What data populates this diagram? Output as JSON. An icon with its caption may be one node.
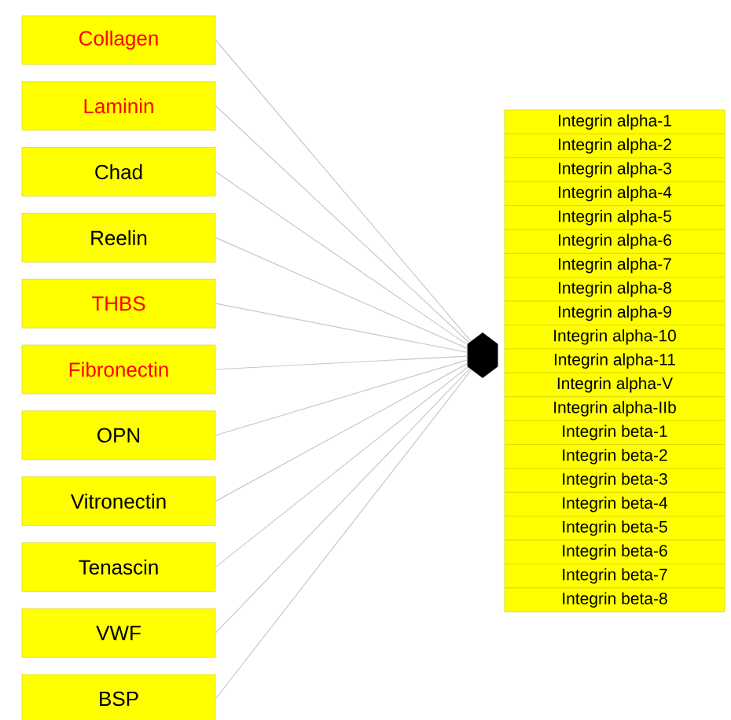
{
  "diagram": {
    "nodes": [
      {
        "text": [
          "Collagen"
        ]
      },
      {
        "text": [
          "Laminin"
        ]
      },
      {
        "text": [
          "Chad"
        ]
      },
      {
        "text": [
          "Reelin"
        ]
      },
      {
        "text": [
          "THBS"
        ]
      },
      {
        "text": [
          "Fibronectin"
        ]
      },
      {
        "text": [
          "OPN"
        ]
      },
      {
        "text": [
          "Vitronectin"
        ]
      },
      {
        "text": [
          "Tenascin"
        ]
      },
      {
        "text": [
          "VWF"
        ]
      },
      {
        "text": [
          "BSP"
        ]
      },
      {
        "text": [],
        "shape": "hexagon"
      },
      {
        "text": [
          "Integrin alpha-1"
        ]
      },
      {
        "text": [
          "Integrin alpha-2"
        ]
      },
      {
        "text": [
          "Integrin alpha-3"
        ]
      },
      {
        "text": [
          "Integrin alpha-4"
        ]
      },
      {
        "text": [
          "Integrin alpha-5"
        ]
      },
      {
        "text": [
          "Integrin alpha-6"
        ]
      },
      {
        "text": [
          "Integrin alpha-7"
        ]
      },
      {
        "text": [
          "Integrin alpha-8"
        ]
      },
      {
        "text": [
          "Integrin alpha-9"
        ]
      },
      {
        "text": [
          "Integrin alpha-10"
        ]
      },
      {
        "text": [
          "Integrin alpha-11"
        ]
      },
      {
        "text": [
          "Integrin alpha-V"
        ]
      },
      {
        "text": [
          "Integrin alpha-IIb"
        ]
      },
      {
        "text": [
          "Integrin beta-1"
        ]
      },
      {
        "text": [
          "Integrin beta-2"
        ]
      },
      {
        "text": [
          "Integrin beta-3"
        ]
      },
      {
        "text": [
          "Integrin beta-4"
        ]
      },
      {
        "text": [
          "Integrin beta-5"
        ]
      },
      {
        "text": [
          "Integrin beta-6"
        ]
      },
      {
        "text": [
          "Integrin beta-7"
        ]
      },
      {
        "text": [
          "Integrin beta-8"
        ]
      }
    ],
    "edges": [
      {
        "from": 0,
        "to": 11,
        "arrow": "none"
      },
      {
        "from": 1,
        "to": 11,
        "arrow": "none"
      },
      {
        "from": 2,
        "to": 11,
        "arrow": "none"
      },
      {
        "from": 3,
        "to": 11,
        "arrow": "none"
      },
      {
        "from": 4,
        "to": 11,
        "arrow": "none"
      },
      {
        "from": 5,
        "to": 11,
        "arrow": "none"
      },
      {
        "from": 6,
        "to": 11,
        "arrow": "none"
      },
      {
        "from": 7,
        "to": 11,
        "arrow": "none"
      },
      {
        "from": 8,
        "to": 11,
        "arrow": "none"
      },
      {
        "from": 9,
        "to": 11,
        "arrow": "none"
      },
      {
        "from": 10,
        "to": 11,
        "arrow": "none"
      }
    ]
  }
}
